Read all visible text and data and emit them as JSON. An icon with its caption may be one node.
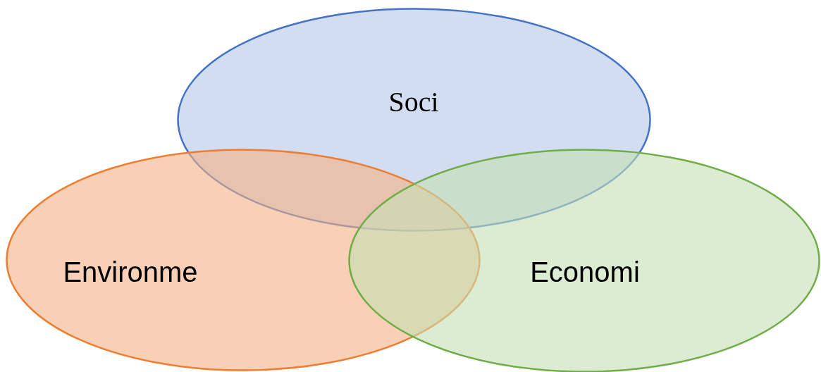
{
  "diagram": {
    "nodes": [
      {
        "text": [
          "Soci"
        ]
      },
      {
        "text": [
          "Environme"
        ]
      },
      {
        "text": [
          "Economi"
        ]
      }
    ]
  }
}
